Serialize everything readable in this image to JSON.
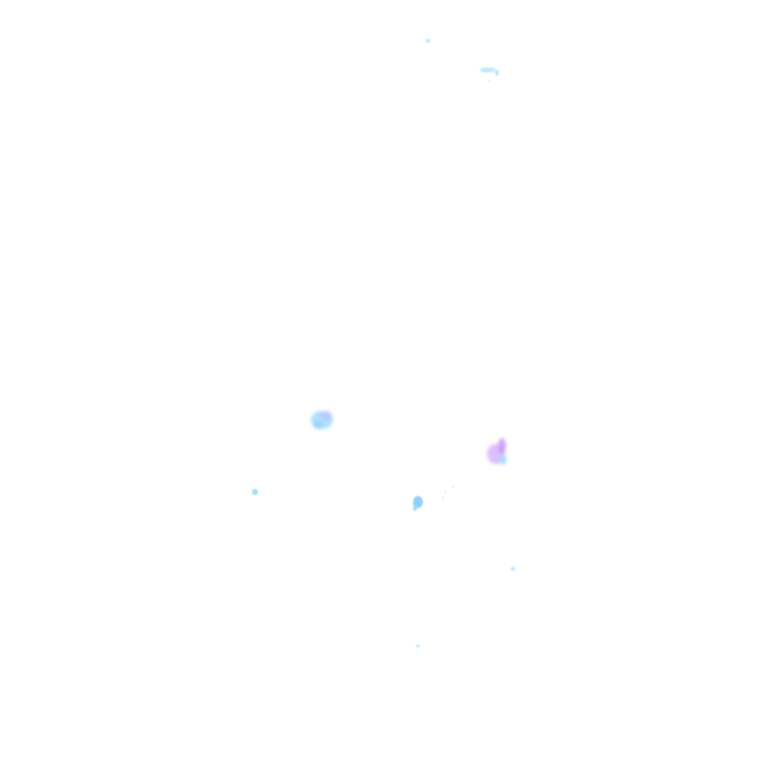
{
  "canvas": {
    "background": "#ffffff"
  },
  "colors": {
    "light_blue": "#bfe9ff",
    "cyan": "#9fdcff",
    "sky": "#8fd0ff",
    "lavender": "#d9b8ff",
    "violet": "#c79cff"
  },
  "spots": [
    {
      "name": "speck-top",
      "color": "light_blue"
    },
    {
      "name": "streak-top-right",
      "color": "light_blue"
    },
    {
      "name": "blob-left",
      "color": "cyan"
    },
    {
      "name": "blob-right",
      "color": "lavender"
    },
    {
      "name": "dot-far-left",
      "color": "cyan"
    },
    {
      "name": "drop-center",
      "color": "sky"
    },
    {
      "name": "speck-lower-right",
      "color": "light_blue"
    },
    {
      "name": "speck-bottom",
      "color": "light_blue"
    }
  ]
}
